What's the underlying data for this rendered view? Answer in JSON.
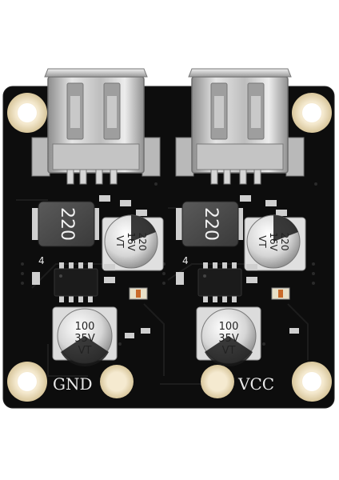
{
  "board": {
    "labels": {
      "gnd": "GND",
      "vcc": "VCC"
    },
    "inductor_marking": "220",
    "cap_small_marking": [
      "220",
      "16V",
      "VT"
    ],
    "cap_large_marking": [
      "100",
      "35V",
      "VT"
    ],
    "ic_pin1": "4"
  },
  "colors": {
    "pcb": "#0e0e0e",
    "pad_gold": "#e8d9b6",
    "usb_metal": "#cfcfcf",
    "silkscreen": "#e9e9e9"
  }
}
